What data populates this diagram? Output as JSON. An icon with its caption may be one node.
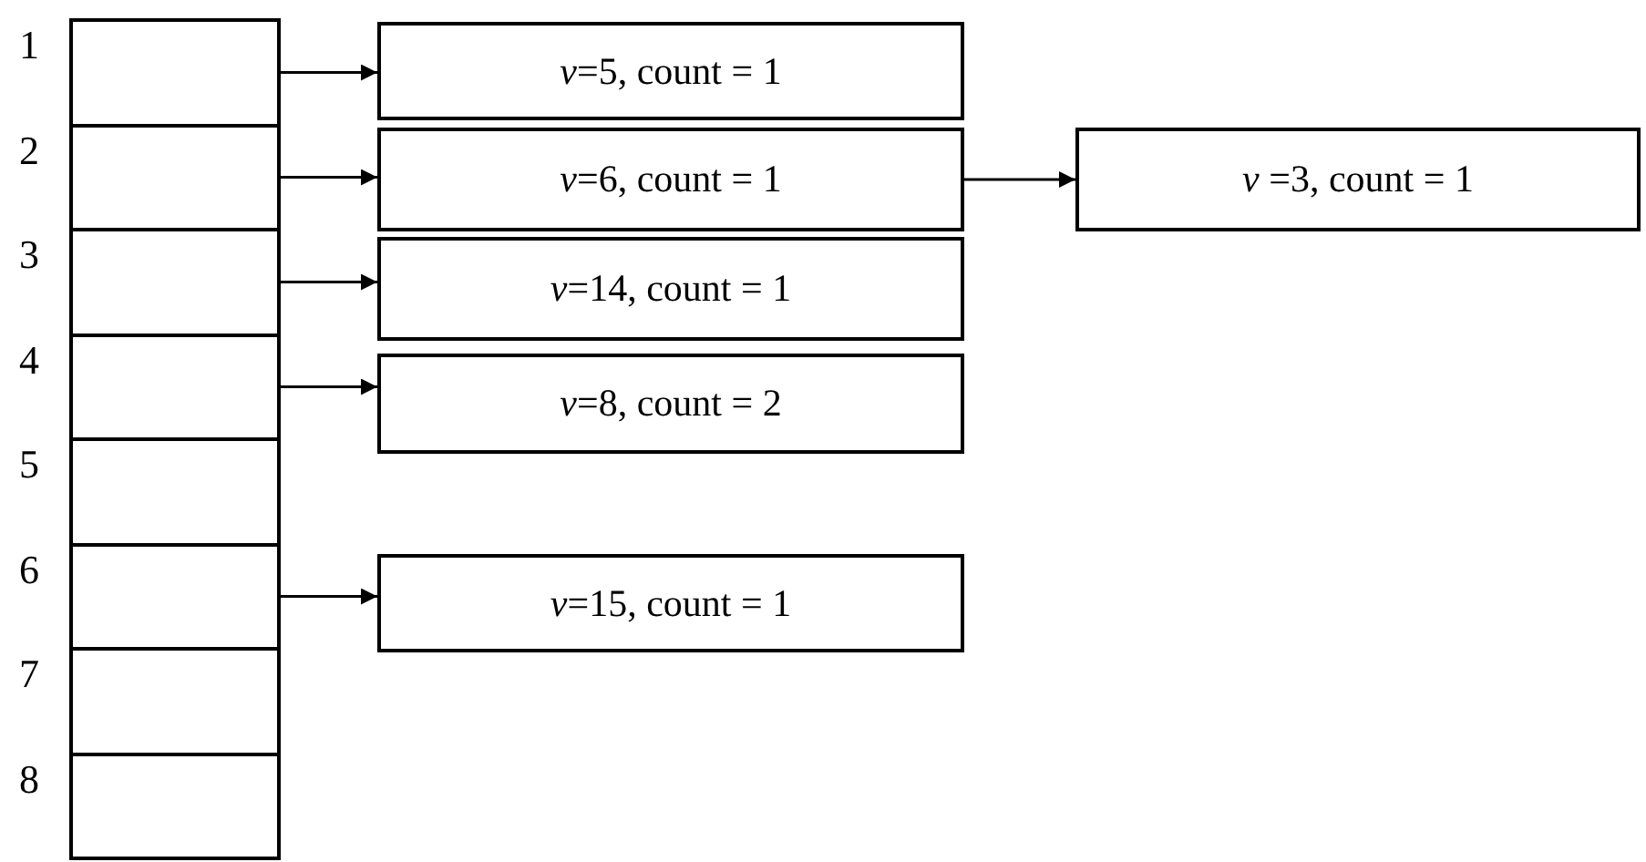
{
  "diagram": {
    "nodes": [
      {
        "text": [],
        "shape": "box",
        "beside": [
          "1"
        ]
      },
      {
        "text": [],
        "shape": "box",
        "beside": [
          "2"
        ]
      },
      {
        "text": [],
        "shape": "box",
        "beside": [
          "3"
        ]
      },
      {
        "text": [],
        "shape": "box",
        "beside": [
          "4"
        ]
      },
      {
        "text": [],
        "shape": "box",
        "beside": [
          "5"
        ]
      },
      {
        "text": [],
        "shape": "box",
        "beside": [
          "6"
        ]
      },
      {
        "text": [],
        "shape": "box",
        "beside": [
          "7"
        ]
      },
      {
        "text": [],
        "shape": "box",
        "beside": [
          "8"
        ]
      },
      {
        "text": [
          "*v*=5, count = 1"
        ]
      },
      {
        "text": [
          "*v*=6, count = 1"
        ]
      },
      {
        "text": [
          "*v* =3, count = 1"
        ]
      },
      {
        "text": [
          "*v*=14, count = 1"
        ]
      },
      {
        "text": [
          "*v*=8, count = 2"
        ]
      },
      {
        "text": [
          "*v*=15, count = 1"
        ]
      }
    ],
    "edges": [
      {
        "from": 0,
        "to": 8,
        "arrow": "to"
      },
      {
        "from": 1,
        "to": 9,
        "arrow": "to"
      },
      {
        "from": 9,
        "to": 10,
        "arrow": "to"
      },
      {
        "from": 2,
        "to": 11,
        "arrow": "to"
      },
      {
        "from": 3,
        "to": 12,
        "arrow": "to"
      },
      {
        "from": 5,
        "to": 13,
        "arrow": "to"
      }
    ]
  }
}
